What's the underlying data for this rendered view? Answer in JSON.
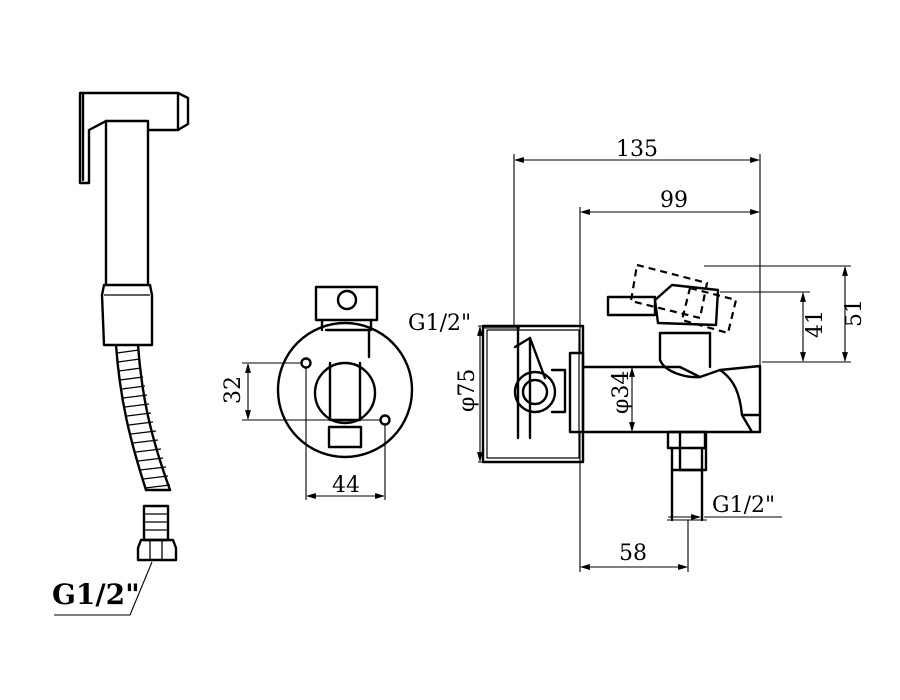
{
  "labels": {
    "hose_thread": "G1/2\"",
    "inlet_thread": "G1/2\"",
    "outlet_thread": "G1/2\""
  },
  "dimensions": {
    "overall_width": "135",
    "body_width": "99",
    "lever_height_total": "51",
    "lever_height": "41",
    "flange_diameter": "φ75",
    "body_diameter": "φ34",
    "outlet_offset": "58",
    "hole_vertical": "32",
    "hole_horizontal": "44"
  }
}
